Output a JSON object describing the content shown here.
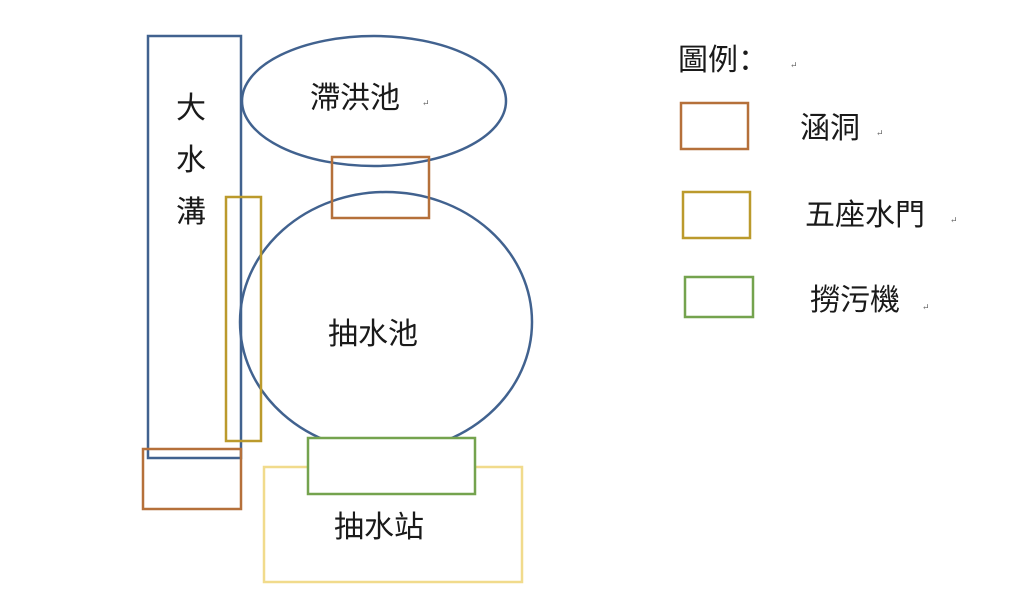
{
  "diagram": {
    "ditch_label": [
      "大",
      "水",
      "溝"
    ],
    "detention_pond_label": "滯洪池",
    "pump_pool_label": "抽水池",
    "pump_station_label": "抽水站",
    "paragraph_mark": "↵"
  },
  "legend": {
    "title": "圖例：",
    "items": [
      {
        "label": "涵洞",
        "color": "#b5703a"
      },
      {
        "label": "五座水門",
        "color": "#bb9a2c"
      },
      {
        "label": "撈污機",
        "color": "#74a34e"
      }
    ]
  },
  "colors": {
    "water_body": "#41628f",
    "pump_station": "#f1db8c"
  }
}
